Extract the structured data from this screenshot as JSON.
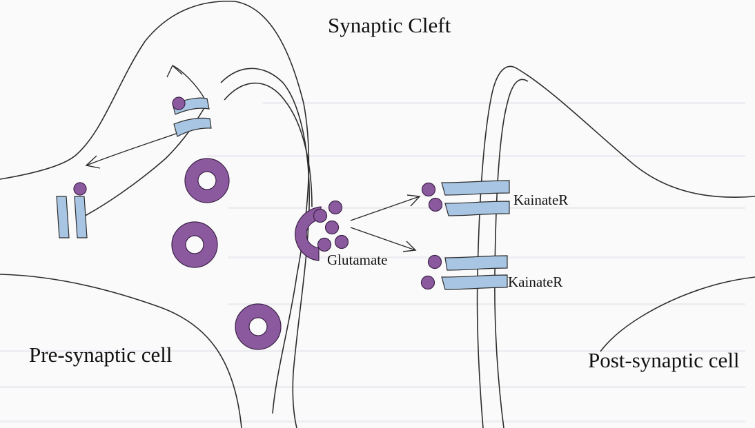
{
  "labels": {
    "synaptic_cleft": "Synaptic Cleft",
    "pre_synaptic_cell": "Pre-synaptic cell",
    "post_synaptic_cell": "Post-synaptic cell",
    "glutamate": "Glutamate",
    "kainate_receptor_upper": "KainateR",
    "kainate_receptor_lower": "KainateR"
  },
  "colors": {
    "vesicle": "#8b5a9e",
    "receptor": "#a8c6e3",
    "membrane": "#2b2b2b",
    "background": "#fafafa"
  }
}
